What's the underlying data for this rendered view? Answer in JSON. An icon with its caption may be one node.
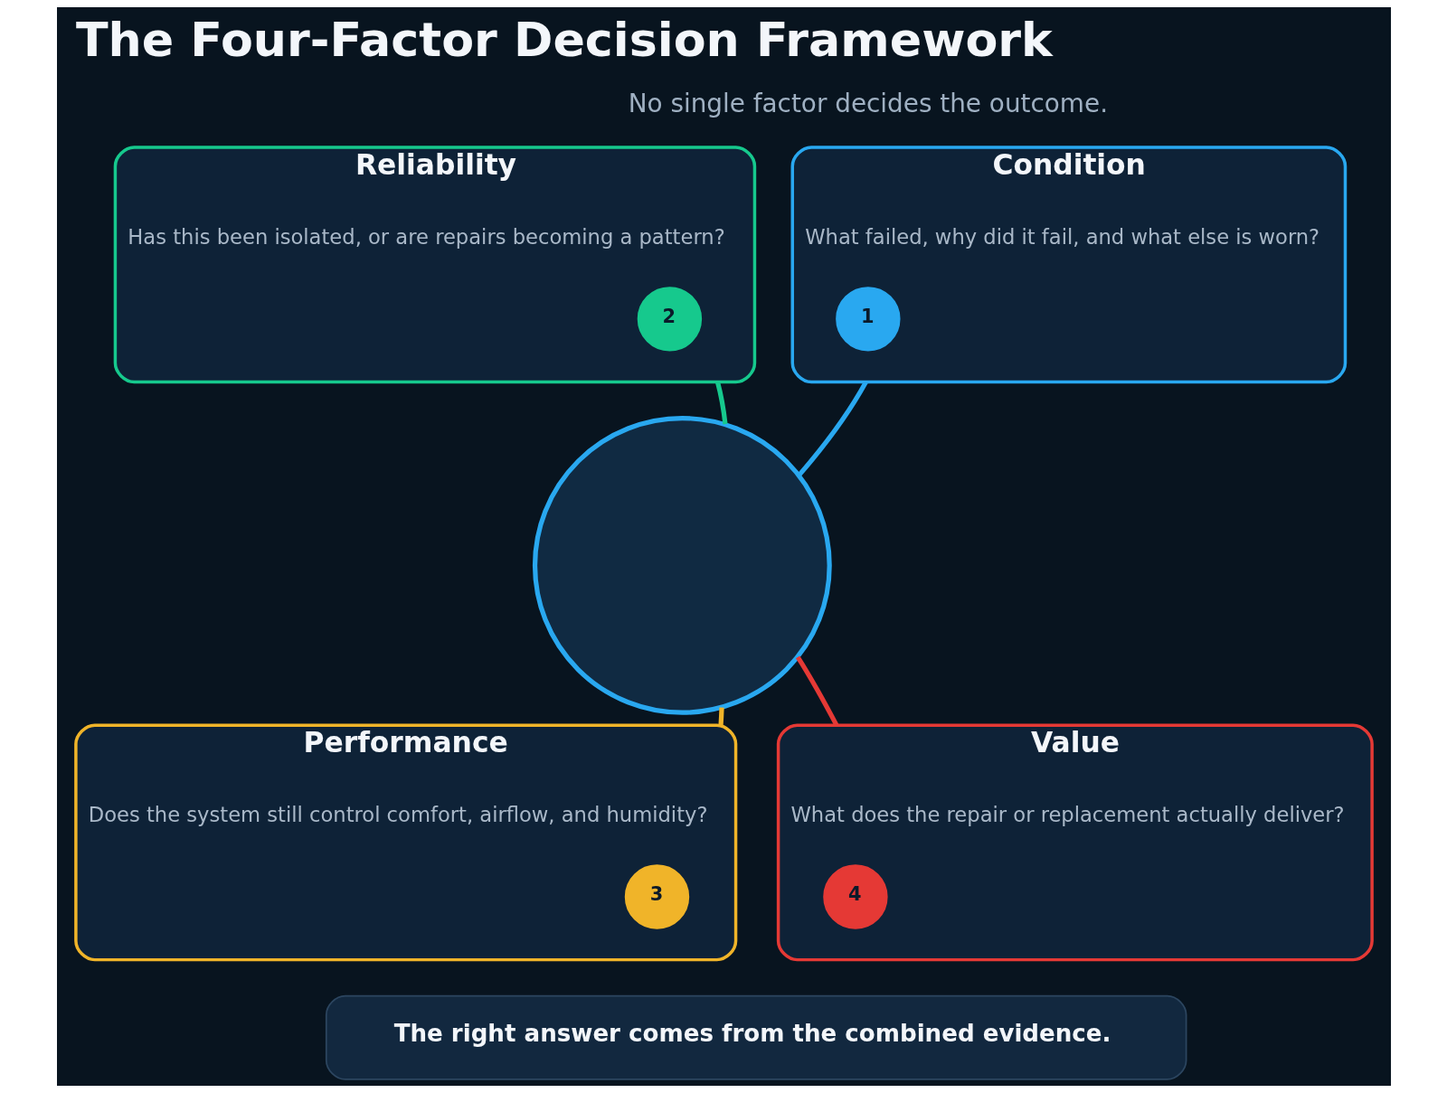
{
  "diagram": {
    "title": "The Four-Factor Decision Framework",
    "nodes": [
      {
        "text": [
          "Condition",
          "What failed, why did it fail, and what else is worn?"
        ]
      },
      {
        "text": [
          "1"
        ],
        "in": 0
      },
      {
        "text": [
          "Reliability",
          "Has this been isolated, or are repairs becoming a pattern?"
        ]
      },
      {
        "text": [
          "2"
        ],
        "in": 2
      },
      {
        "text": [],
        "shape": "circle"
      },
      {
        "text": [
          "Performance",
          "Does the system still control comfort, airflow, and humidity?"
        ]
      },
      {
        "text": [
          "3"
        ],
        "in": 5
      },
      {
        "text": [
          "Value",
          "What does the repair or replacement actually deliver?"
        ]
      },
      {
        "text": [
          "4"
        ],
        "in": 7
      },
      {
        "text": [
          "The right answer comes from the combined evidence."
        ]
      }
    ],
    "edges": [
      {
        "from": 4,
        "to": 0,
        "arrow": "none",
        "color": "#29a8f0"
      },
      {
        "from": 4,
        "to": 2,
        "arrow": "none",
        "color": "#16c98d"
      },
      {
        "from": 4,
        "to": 5,
        "arrow": "none",
        "color": "#f0b429"
      },
      {
        "from": 4,
        "to": 7,
        "arrow": "none",
        "color": "#e53935"
      }
    ],
    "labels": [
      "No single factor decides the outcome."
    ]
  }
}
